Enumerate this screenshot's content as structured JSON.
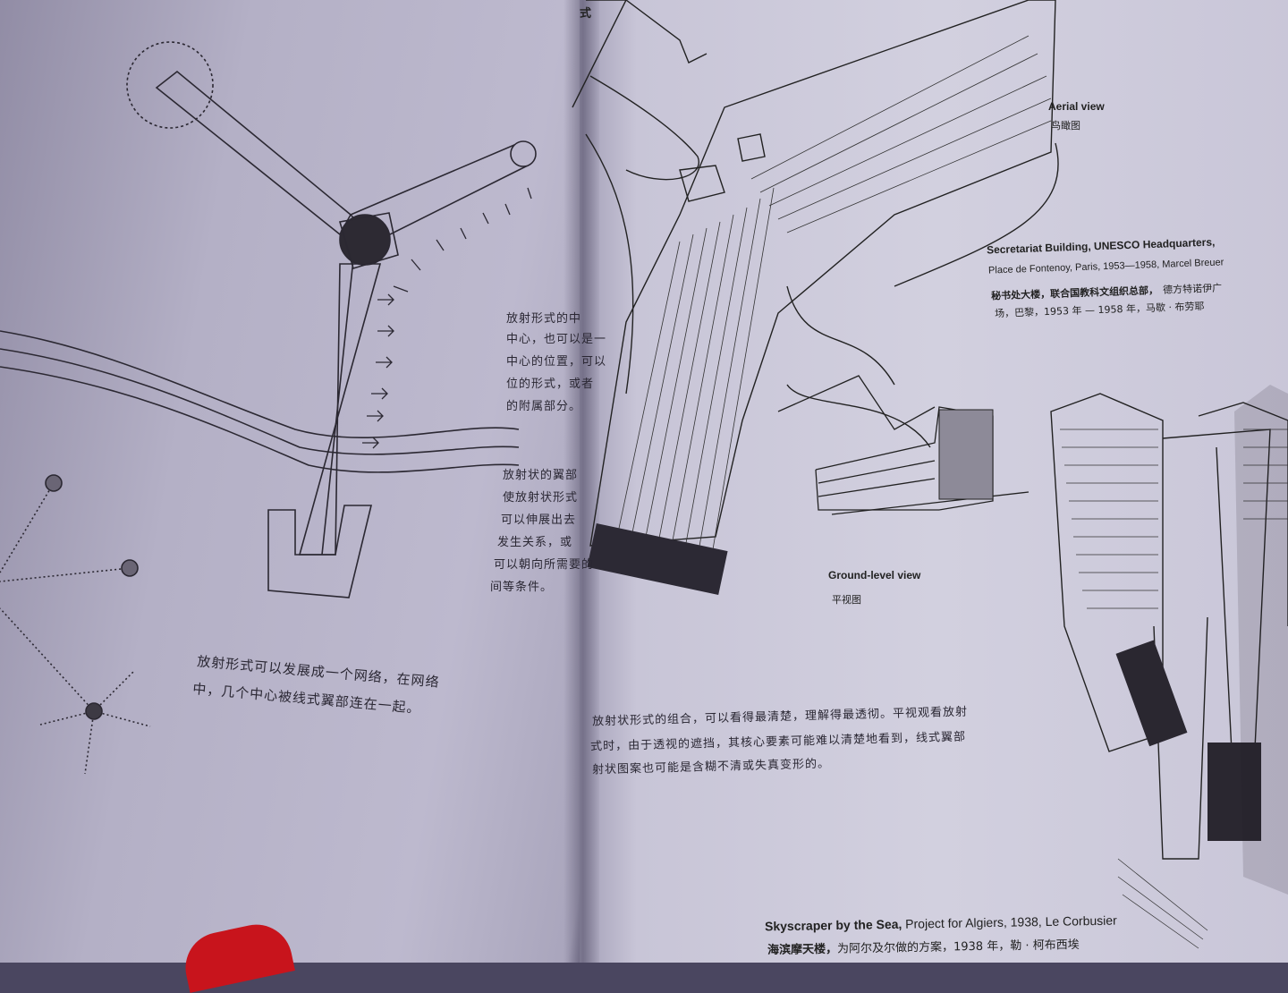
{
  "header": {
    "fragment": "式"
  },
  "left_page": {
    "side_text": [
      "放射形式的中",
      "中心，也可以是一",
      "中心的位置，可以",
      "位的形式，或者",
      "的附属部分。",
      "",
      "放射状的翼部",
      "使放射状形式",
      "可以伸展出去",
      "发生关系，或",
      "可以朝向所需要的",
      "间等条件。"
    ],
    "caption": [
      "放射形式可以发展成一个网络，在网络",
      "中，几个中心被线式翼部连在一起。"
    ]
  },
  "right_page": {
    "aerial_view": {
      "en": "Aerial view",
      "zh": "鸟瞰图"
    },
    "unesco": {
      "title_en": "Secretariat Building, UNESCO Headquarters,",
      "sub_en": "Place de Fontenoy, Paris, 1953—1958, Marcel Breuer",
      "title_zh": "秘书处大楼，联合国教科文组织总部，",
      "sub_zh_1": "德方特诺伊广",
      "sub_zh_2": "场，巴黎，1953 年 — 1958 年，马歇 · 布劳耶"
    },
    "ground_view": {
      "en": "Ground-level view",
      "zh": "平视图"
    },
    "body_text": [
      "放射状形式的组合，可以看得最清楚，理解得最透彻。平视观看放射",
      "式时，由于透视的遮挡，其核心要素可能难以清楚地看到，线式翼部",
      "射状图案也可能是含糊不清或失真变形的。"
    ],
    "skyscraper": {
      "title_en_bold": "Skyscraper by the Sea,",
      "title_en_rest": " Project for Algiers, 1938, Le Corbusier",
      "title_zh_bold": "海滨摩天楼，",
      "title_zh_rest": "为阿尔及尔做的方案，1938 年，勒 · 柯布西埃"
    }
  },
  "colors": {
    "ink": "#222222",
    "paper": "#cfcddd",
    "marker": "#c8141c"
  }
}
